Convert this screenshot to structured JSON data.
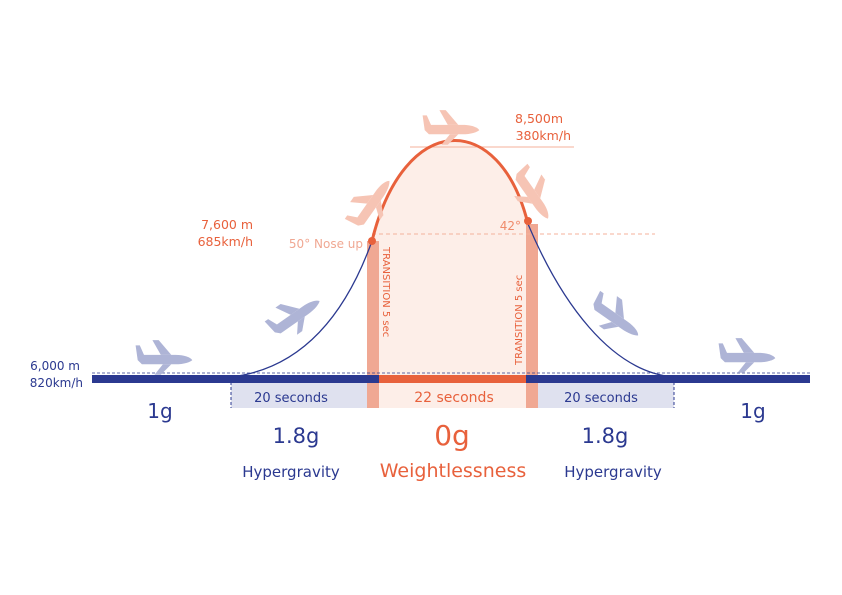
{
  "colors": {
    "navy": "#2b3990",
    "orange": "#e8613c",
    "orange_light": "#f4b19b",
    "salmon_fill": "#fdeee8",
    "lavender_fill": "#dfe1ef",
    "plane_gray": "#aeb4d6",
    "plane_pink": "#f6c4b4"
  },
  "start": {
    "altitude": "6,000 m",
    "speed": "820km/h"
  },
  "entry": {
    "altitude": "7,600 m",
    "speed": "685km/h",
    "note": "50° Nose up"
  },
  "apex": {
    "altitude": "8,500m",
    "speed": "380km/h"
  },
  "exit": {
    "angle": "42°"
  },
  "transitions": {
    "left": "TRANSITION 5 sec",
    "right": "TRANSITION 5 sec"
  },
  "phases": {
    "left_normal": {
      "g": "1g"
    },
    "left_hyper": {
      "duration": "20 seconds",
      "g": "1.8g",
      "label": "Hypergravity"
    },
    "weightless": {
      "duration": "22 seconds",
      "g": "0g",
      "label": "Weightlessness"
    },
    "right_hyper": {
      "duration": "20 seconds",
      "g": "1.8g",
      "label": "Hypergravity"
    },
    "right_normal": {
      "g": "1g"
    }
  },
  "icons": [
    "airplane-icon"
  ]
}
